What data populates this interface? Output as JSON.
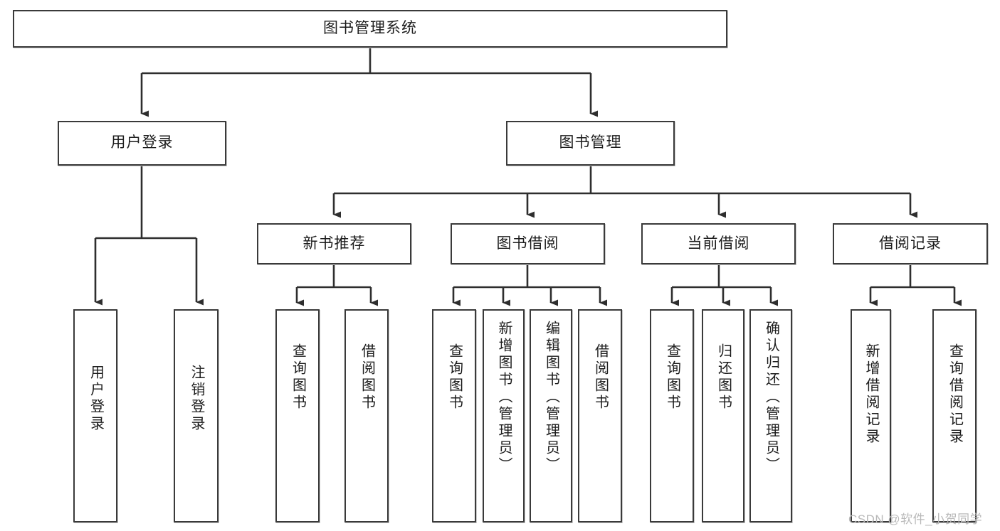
{
  "diagram": {
    "title": "图书管理系统",
    "type": "tree-hierarchy-chart",
    "root": {
      "label": "图书管理系统"
    },
    "level2": [
      {
        "label": "用户登录"
      },
      {
        "label": "图书管理"
      }
    ],
    "level3": [
      {
        "label": "新书推荐"
      },
      {
        "label": "图书借阅"
      },
      {
        "label": "当前借阅"
      },
      {
        "label": "借阅记录"
      }
    ],
    "leaves": {
      "user_login": [
        {
          "label": "用户登录"
        },
        {
          "label": "注销登录"
        }
      ],
      "new_book_recommend": [
        {
          "label": "查询图书"
        },
        {
          "label": "借阅图书"
        }
      ],
      "book_borrow": [
        {
          "label": "查询图书"
        },
        {
          "label": "新增图书（管理员）"
        },
        {
          "label": "编辑图书（管理员）"
        },
        {
          "label": "借阅图书"
        }
      ],
      "current_borrow": [
        {
          "label": "查询图书"
        },
        {
          "label": "归还图书"
        },
        {
          "label": "确认归还（管理员）"
        }
      ],
      "borrow_record": [
        {
          "label": "新增借阅记录"
        },
        {
          "label": "查询借阅记录"
        }
      ]
    }
  },
  "watermark": {
    "text": "CSDN @软件_小贺同学"
  },
  "colors": {
    "border": "#3a3a3a",
    "background": "#ffffff",
    "text": "#1c1c1c",
    "watermark": "#b9b9b9"
  }
}
